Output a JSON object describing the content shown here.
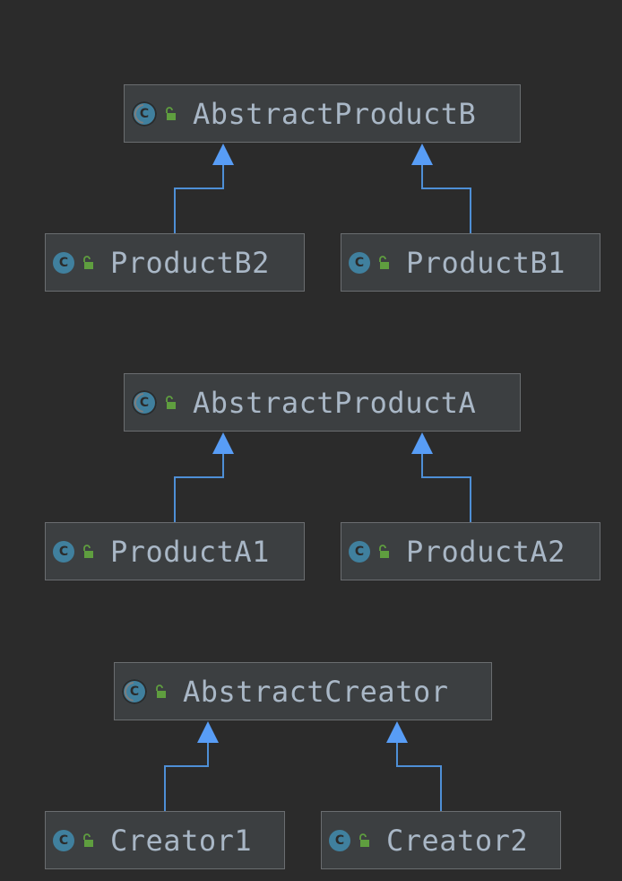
{
  "diagram": {
    "nodes": [
      {
        "id": "abstract-product-b",
        "label": "AbstractProductB",
        "kind": "abstract-class",
        "icon": "abstract-class-icon",
        "visibility": "public-lock-icon"
      },
      {
        "id": "product-b2",
        "label": "ProductB2",
        "kind": "class",
        "icon": "class-icon",
        "visibility": "public-lock-icon"
      },
      {
        "id": "product-b1",
        "label": "ProductB1",
        "kind": "class",
        "icon": "class-icon",
        "visibility": "public-lock-icon"
      },
      {
        "id": "abstract-product-a",
        "label": "AbstractProductA",
        "kind": "abstract-class",
        "icon": "abstract-class-icon",
        "visibility": "public-lock-icon"
      },
      {
        "id": "product-a1",
        "label": "ProductA1",
        "kind": "class",
        "icon": "class-icon",
        "visibility": "public-lock-icon"
      },
      {
        "id": "product-a2",
        "label": "ProductA2",
        "kind": "class",
        "icon": "class-icon",
        "visibility": "public-lock-icon"
      },
      {
        "id": "abstract-creator",
        "label": "AbstractCreator",
        "kind": "abstract-class",
        "icon": "abstract-class-icon",
        "visibility": "public-lock-icon"
      },
      {
        "id": "creator1",
        "label": "Creator1",
        "kind": "class",
        "icon": "class-icon",
        "visibility": "public-lock-icon"
      },
      {
        "id": "creator2",
        "label": "Creator2",
        "kind": "class",
        "icon": "class-icon",
        "visibility": "public-lock-icon"
      }
    ],
    "edges": [
      {
        "from": "product-b2",
        "to": "abstract-product-b",
        "type": "extends"
      },
      {
        "from": "product-b1",
        "to": "abstract-product-b",
        "type": "extends"
      },
      {
        "from": "product-a1",
        "to": "abstract-product-a",
        "type": "extends"
      },
      {
        "from": "product-a2",
        "to": "abstract-product-a",
        "type": "extends"
      },
      {
        "from": "creator1",
        "to": "abstract-creator",
        "type": "extends"
      },
      {
        "from": "creator2",
        "to": "abstract-creator",
        "type": "extends"
      }
    ]
  },
  "colors": {
    "background": "#2b2b2b",
    "node_fill": "#3c3f41",
    "node_border": "#6a6d70",
    "label_text": "#a9b7c6",
    "class_icon": "#40809e",
    "lock_icon": "#5f9e3f",
    "edge": "#4e8fd6"
  }
}
